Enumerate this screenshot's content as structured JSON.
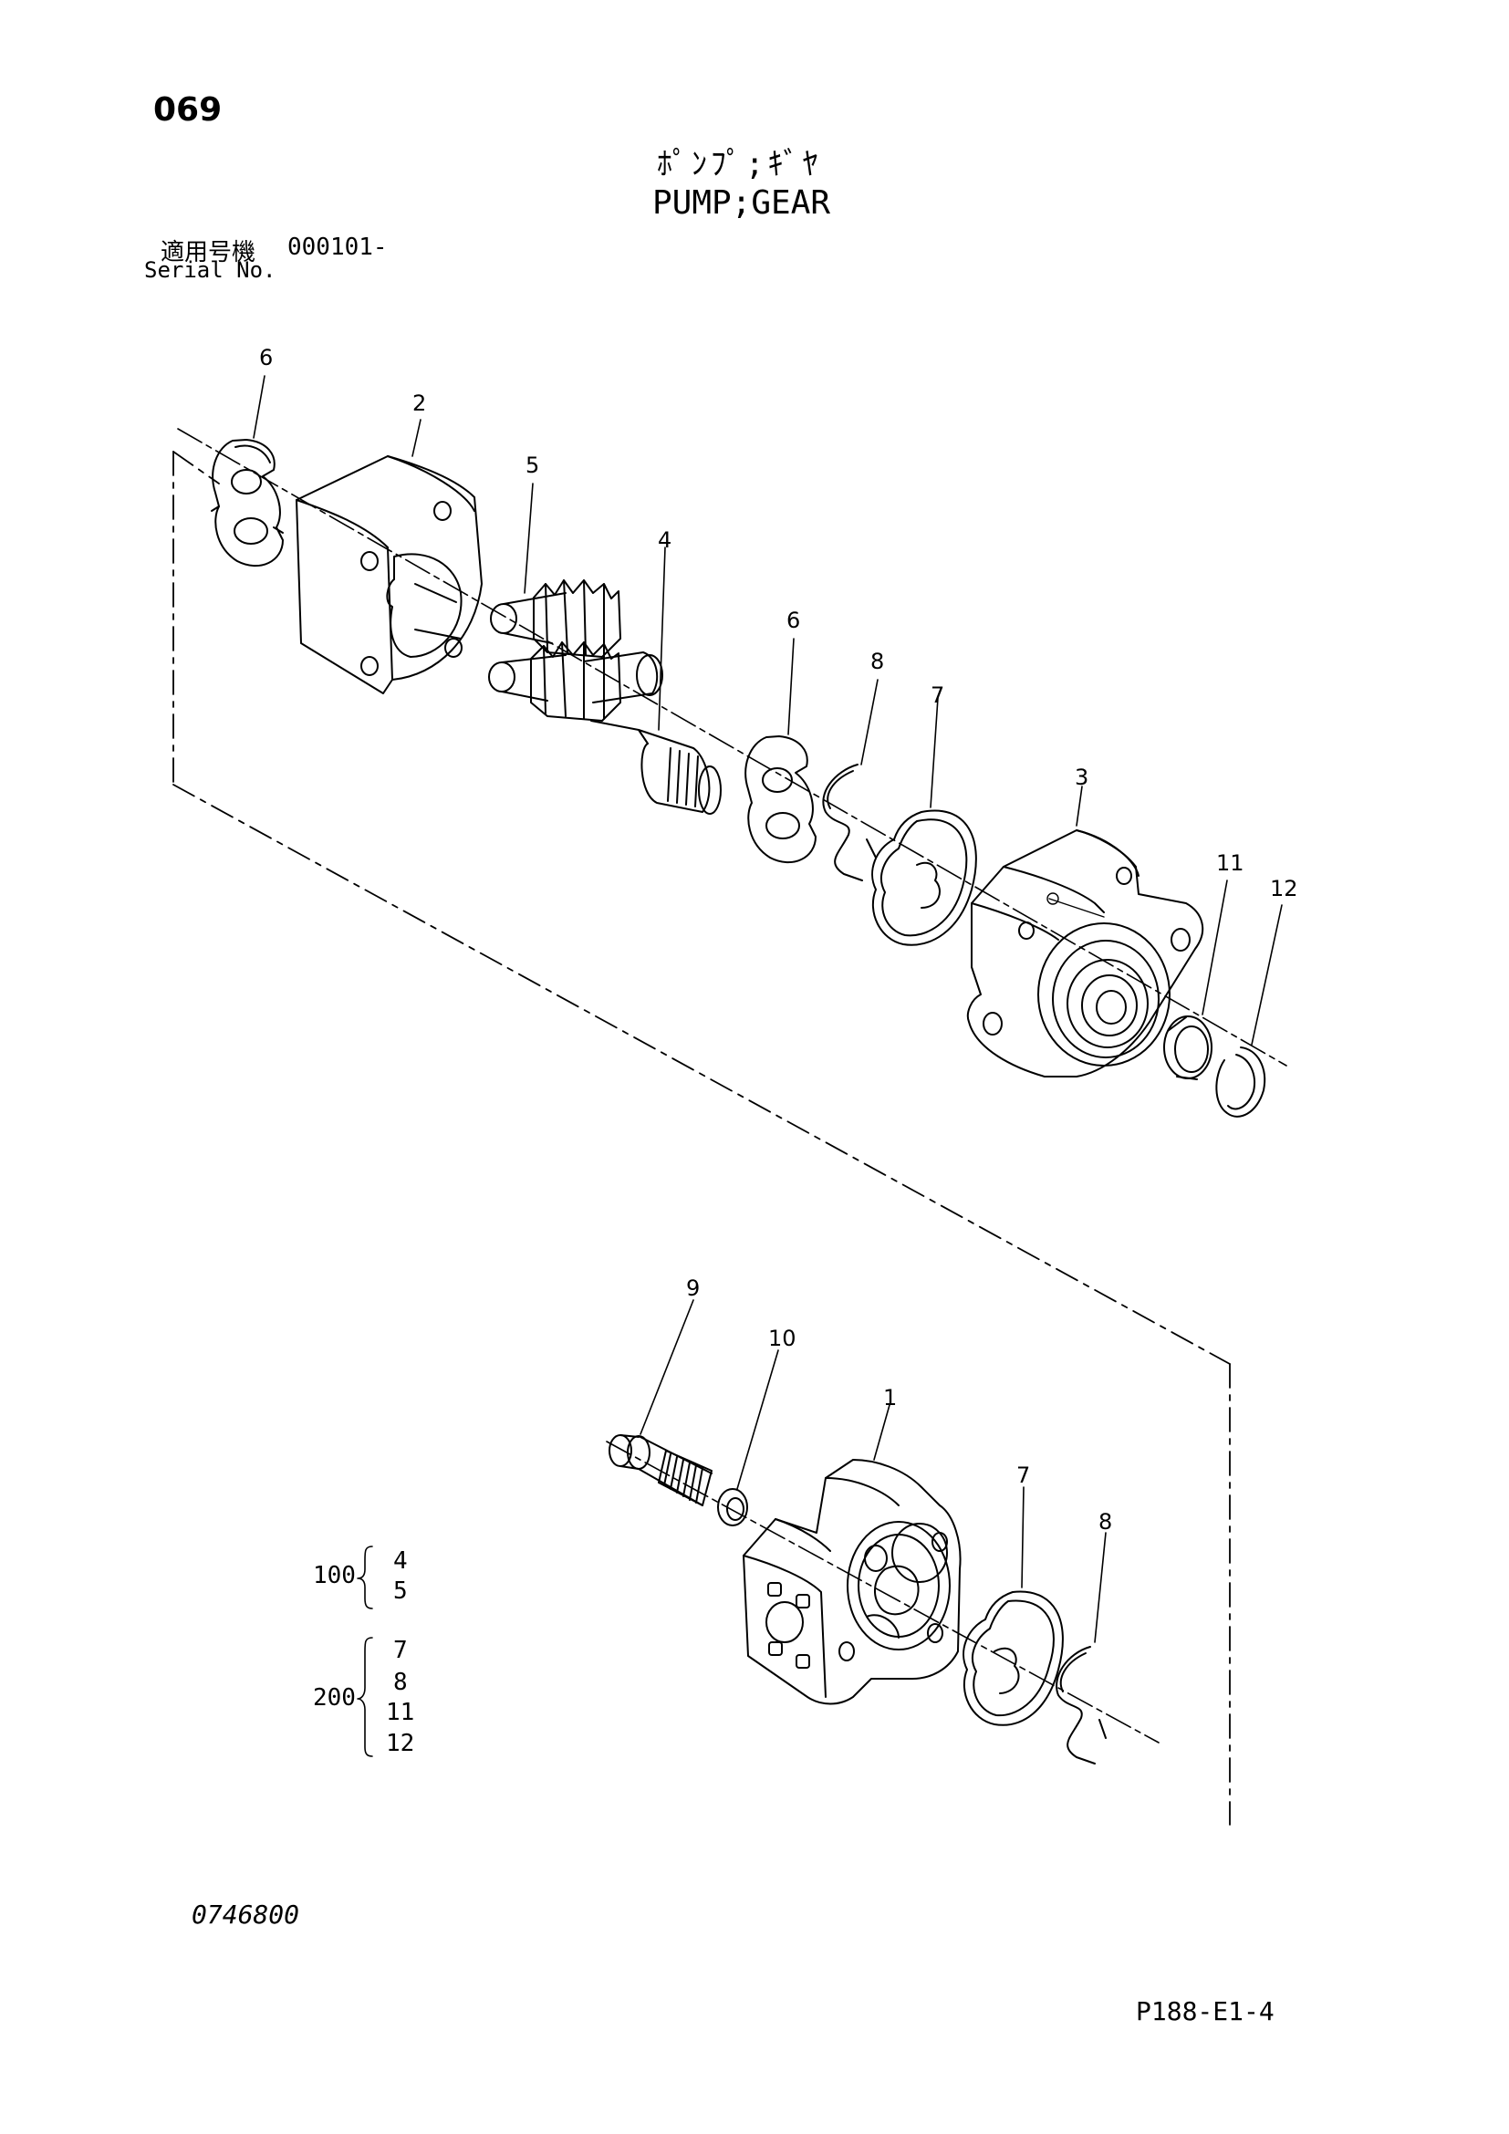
{
  "page_number": "069",
  "title_jp": "ﾎﾟﾝﾌﾟ;ｷﾞﾔ",
  "title_en": "PUMP;GEAR",
  "serial": {
    "label_jp": "適用号機",
    "value": "000101-",
    "label_en": "Serial No."
  },
  "callouts": [
    "6",
    "2",
    "5",
    "4",
    "6",
    "8",
    "7",
    "3",
    "11",
    "12",
    "9",
    "10",
    "1",
    "7",
    "8"
  ],
  "groups": [
    {
      "number": "100",
      "items": [
        "4",
        "5"
      ]
    },
    {
      "number": "200",
      "items": [
        "7",
        "8",
        "11",
        "12"
      ]
    }
  ],
  "drawing_number": "0746800",
  "footer_code": "P188-E1-4"
}
